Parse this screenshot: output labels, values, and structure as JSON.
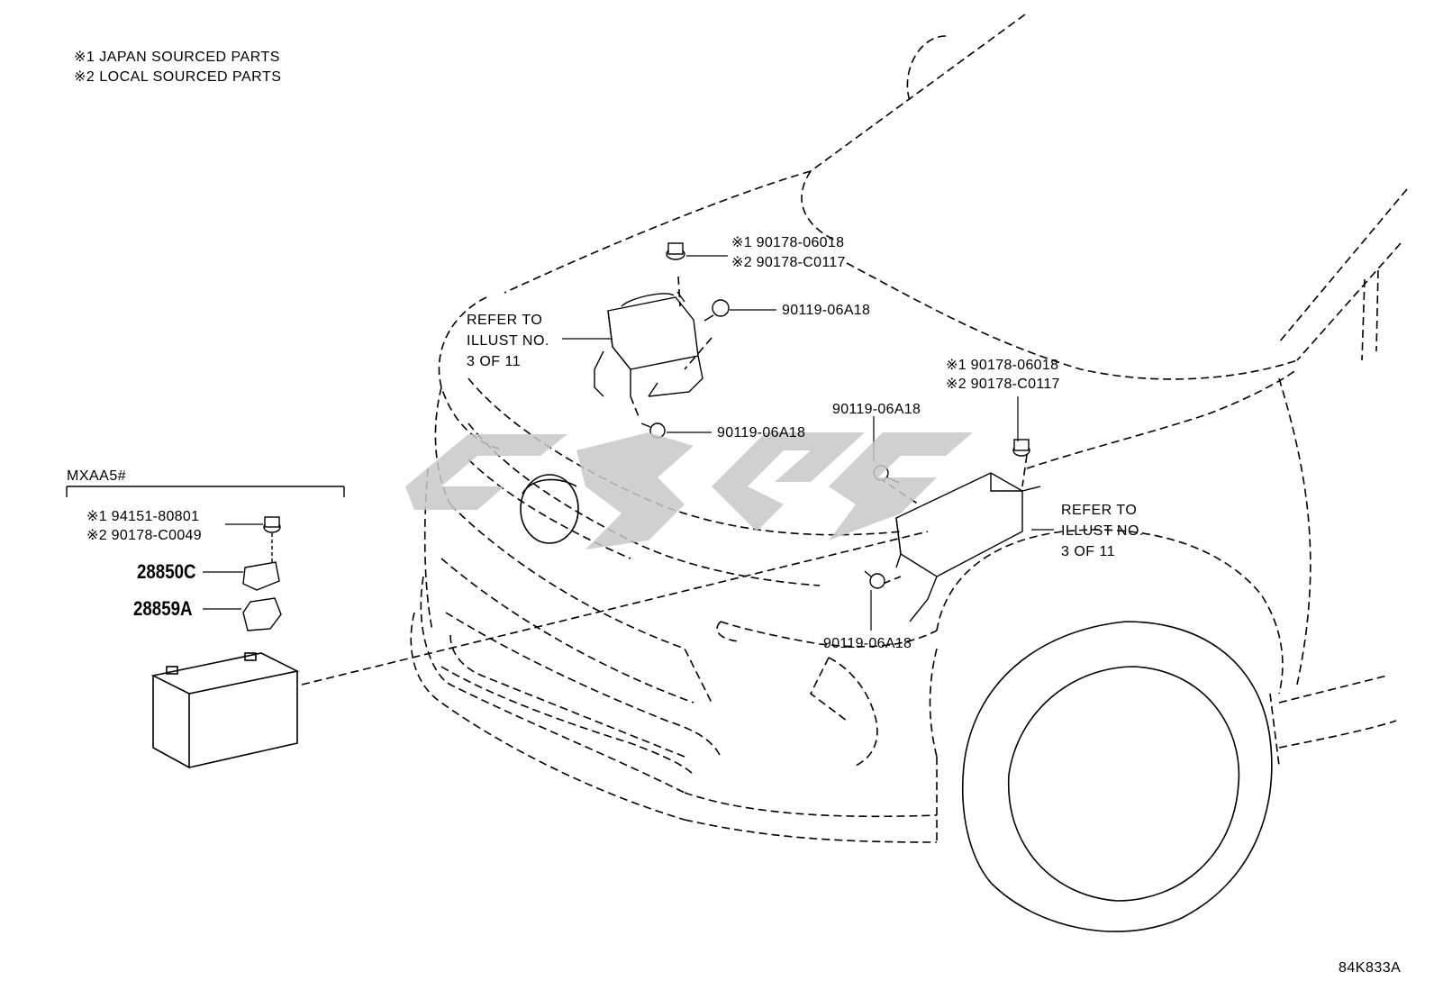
{
  "legend": {
    "line1": "※1 JAPAN SOURCED PARTS",
    "line2": "※2 LOCAL SOURCED PARTS"
  },
  "model_group": {
    "label": "MXAA5#"
  },
  "parts": {
    "nut_top_1": "※1 90178-06018",
    "nut_top_2": "※2 90178-C0117",
    "bolt_top": "90119-06A18",
    "bolt_mid_left": "90119-06A18",
    "nut_right_1": "※1 90178-06018",
    "nut_right_2": "※2 90178-C0117",
    "bolt_right_upper": "90119-06A18",
    "bolt_right_lower": "90119-06A18",
    "battery_nut_1": "※1 94151-80801",
    "battery_nut_2": "※2 90178-C0049",
    "clamp": "28850C",
    "bracket": "28859A"
  },
  "refer_left": {
    "l1": "REFER TO",
    "l2": "ILLUST NO.",
    "l3": "3 OF 11"
  },
  "refer_right": {
    "l1": "REFER TO",
    "l2": "ILLUST NO.",
    "l3": "3 OF 11"
  },
  "illustration_code": "84K833A",
  "colors": {
    "line": "#000000",
    "watermark": "#c8c8c8",
    "background": "#ffffff"
  }
}
